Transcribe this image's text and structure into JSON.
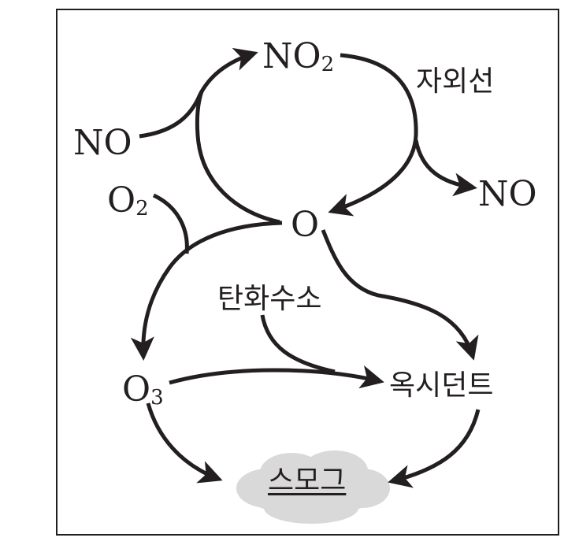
{
  "nodes": {
    "no2": {
      "base": "NO",
      "sub": "2"
    },
    "uv": "자외선",
    "no_left": "NO",
    "no_right": "NO",
    "o2": {
      "base": "O",
      "sub": "2"
    },
    "o": "O",
    "hydrocarbon": "탄화수소",
    "o3": {
      "base": "O",
      "sub": "3"
    },
    "oxidant": "옥시던트",
    "smog": "스모그"
  },
  "colors": {
    "ink": "#231f20",
    "cloud": "#d9d9d9"
  }
}
